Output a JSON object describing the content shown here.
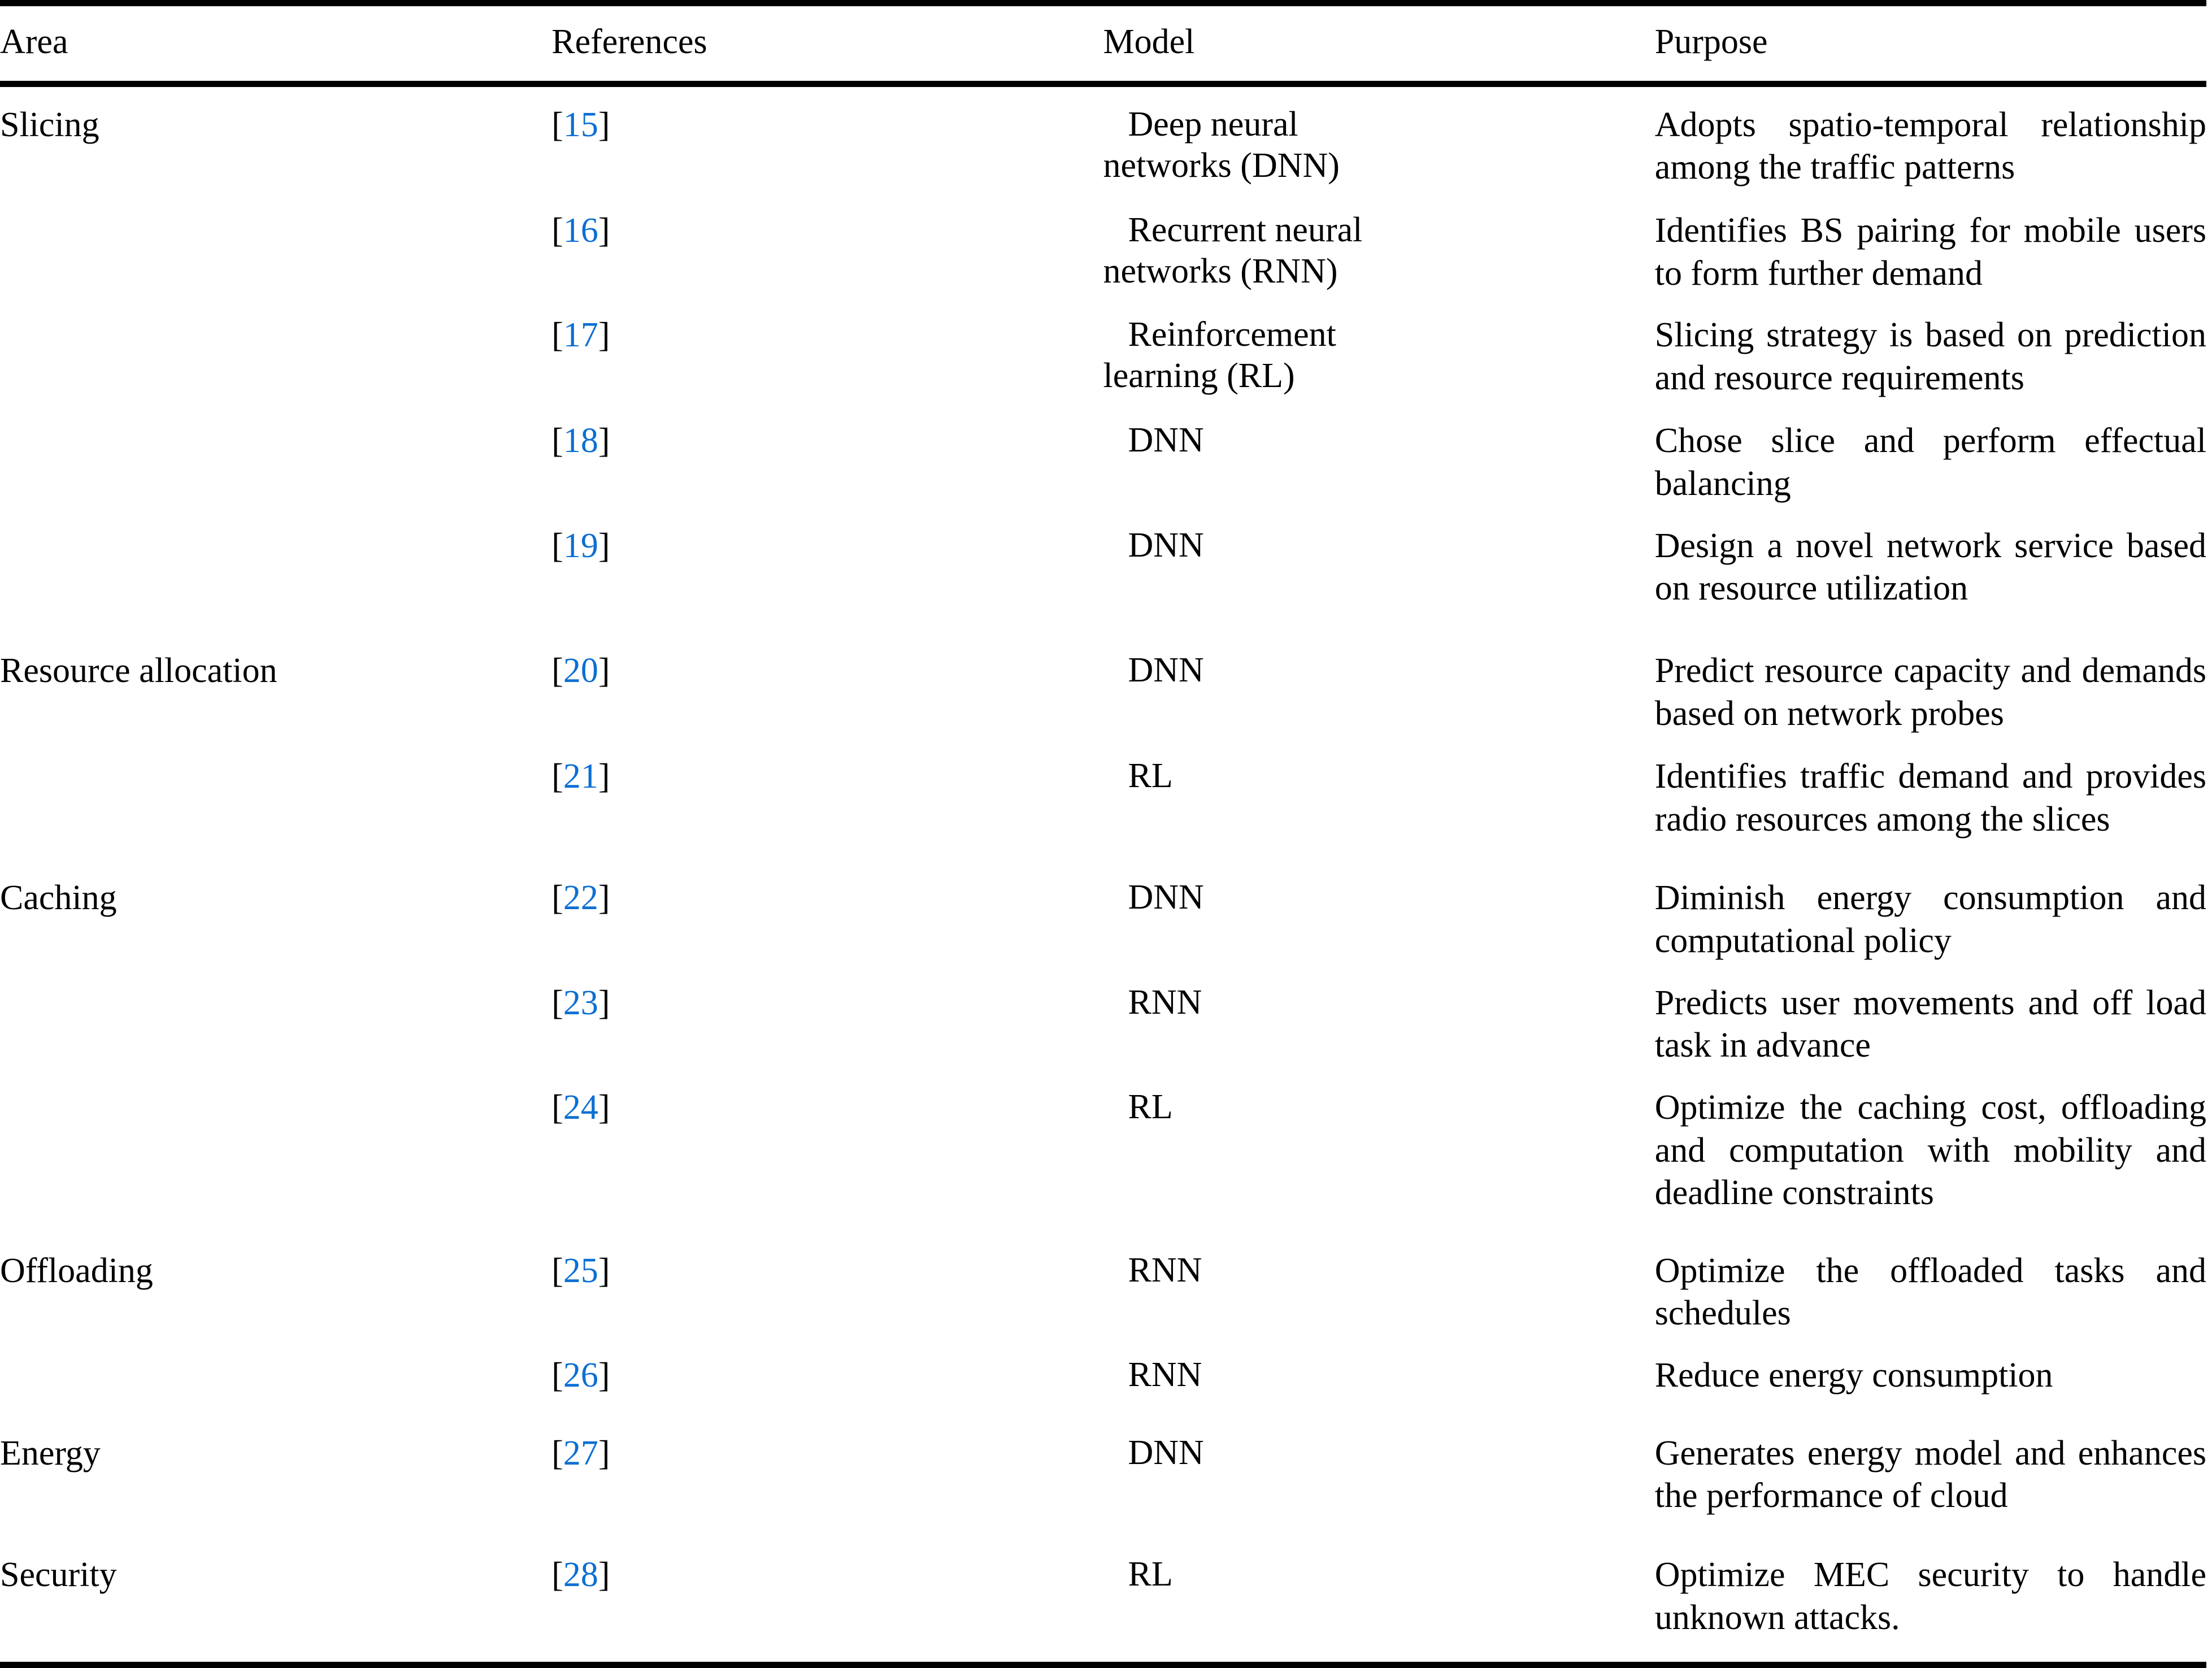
{
  "table": {
    "columns": [
      {
        "key": "area",
        "label": "Area"
      },
      {
        "key": "references",
        "label": "References"
      },
      {
        "key": "model",
        "label": "Model"
      },
      {
        "key": "purpose",
        "label": "Purpose"
      }
    ],
    "accent_link_color": "#0B6FD4",
    "rule_color": "#000000",
    "rows": [
      {
        "area": "Slicing",
        "reference": "[15]",
        "ref_number": "15",
        "model_line1": "Deep neural",
        "model_line2": "networks (DNN)",
        "purpose": "Adopts spatio-temporal relationship among the traffic patterns"
      },
      {
        "area": "",
        "reference": "[16]",
        "ref_number": "16",
        "model_line1": "Recurrent neural",
        "model_line2": "networks (RNN)",
        "purpose": "Identifies BS pairing for mobile users to form further demand"
      },
      {
        "area": "",
        "reference": "[17]",
        "ref_number": "17",
        "model_line1": "Reinforcement",
        "model_line2": "learning (RL)",
        "purpose": "Slicing strategy is based on prediction and resource requirements"
      },
      {
        "area": "",
        "reference": "[18]",
        "ref_number": "18",
        "model_line1": "DNN",
        "model_line2": "",
        "purpose": "Chose slice and perform effectual balancing"
      },
      {
        "area": "",
        "reference": "[19]",
        "ref_number": "19",
        "model_line1": "DNN",
        "model_line2": "",
        "purpose": "Design a novel network service based on resource utilization"
      },
      {
        "area": "Resource allocation",
        "reference": "[20]",
        "ref_number": "20",
        "model_line1": "DNN",
        "model_line2": "",
        "purpose": "Predict resource capacity and demands based on network probes"
      },
      {
        "area": "",
        "reference": "[21]",
        "ref_number": "21",
        "model_line1": "RL",
        "model_line2": "",
        "purpose": "Identifies traffic demand and provides radio resources among the slices"
      },
      {
        "area": "Caching",
        "reference": "[22]",
        "ref_number": "22",
        "model_line1": "DNN",
        "model_line2": "",
        "purpose": "Diminish energy consumption and computational policy"
      },
      {
        "area": "",
        "reference": "[23]",
        "ref_number": "23",
        "model_line1": "RNN",
        "model_line2": "",
        "purpose": "Predicts user movements and off load task in advance"
      },
      {
        "area": "",
        "reference": "[24]",
        "ref_number": "24",
        "model_line1": "RL",
        "model_line2": "",
        "purpose": "Optimize the caching cost, offloading and computation with mobility and deadline constraints"
      },
      {
        "area": "Offloading",
        "reference": "[25]",
        "ref_number": "25",
        "model_line1": "RNN",
        "model_line2": "",
        "purpose": "Optimize the offloaded tasks and schedules"
      },
      {
        "area": "",
        "reference": "[26]",
        "ref_number": "26",
        "model_line1": "RNN",
        "model_line2": "",
        "purpose": "Reduce energy consumption"
      },
      {
        "area": "Energy",
        "reference": "[27]",
        "ref_number": "27",
        "model_line1": "DNN",
        "model_line2": "",
        "purpose": "Generates energy model and enhances the performance of cloud"
      },
      {
        "area": "Security",
        "reference": "[28]",
        "ref_number": "28",
        "model_line1": "RL",
        "model_line2": "",
        "purpose": "Optimize MEC security to handle unknown attacks."
      }
    ]
  }
}
